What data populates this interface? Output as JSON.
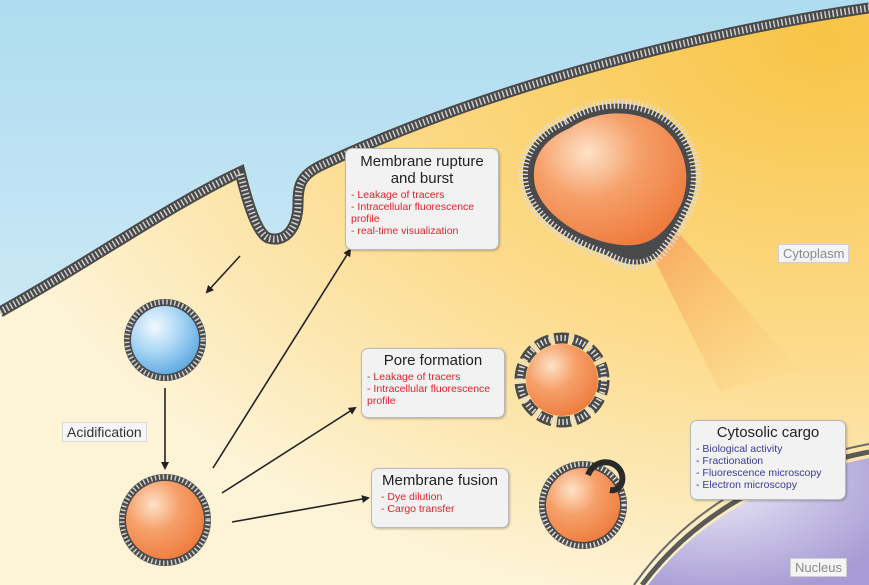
{
  "boxes": {
    "rupture": {
      "title": "Membrane rupture and burst",
      "items": [
        "Leakage of tracers",
        "Intracellular fluorescence profile",
        "real-time visualization"
      ]
    },
    "pore": {
      "title": "Pore formation",
      "items": [
        "Leakage of tracers",
        "Intracellular fluorescence profile"
      ]
    },
    "fusion": {
      "title": "Membrane fusion",
      "items": [
        "Dye dilution",
        "Cargo transfer"
      ]
    },
    "cargo": {
      "title": "Cytosolic cargo",
      "items": [
        "Biological activity",
        "Fractionation",
        "Fluorescence microscopy",
        "Electron microscopy"
      ]
    }
  },
  "labels": {
    "acidification": "Acidification",
    "cytoplasm": "Cytoplasm",
    "nucleus": "Nucleus"
  },
  "colors": {
    "cytoplasm": "#fbd27a",
    "extracellular": "#bfe3f3",
    "membrane": "#555555",
    "vesicle_orange": "#f28d4e",
    "vesicle_blue": "#8cc6ee",
    "nucleus": "#bfb8e0",
    "red_text": "#e0222a",
    "blue_text": "#3a3a9a"
  }
}
